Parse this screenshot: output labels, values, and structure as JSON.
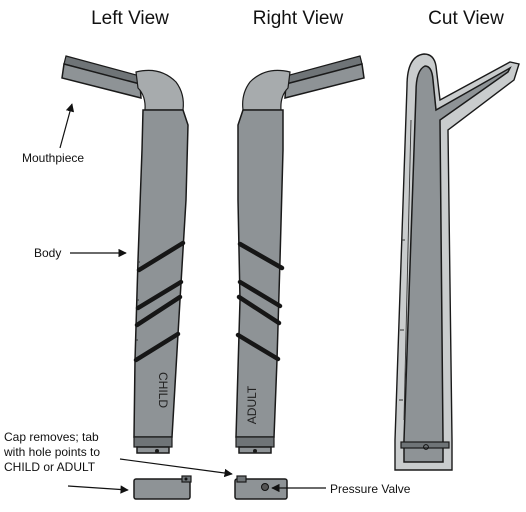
{
  "headings": {
    "left": "Left View",
    "right": "Right View",
    "cut": "Cut View"
  },
  "labels": {
    "mouthpiece": "Mouthpiece",
    "body": "Body",
    "cap_line1": "Cap removes; tab",
    "cap_line2": "with hole points to",
    "cap_line3": "CHILD or ADULT",
    "pressure_valve": "Pressure Valve"
  },
  "engravings": {
    "left": "CHILD",
    "right": "ADULT"
  },
  "colors": {
    "body": "#8e9396",
    "stripe": "#161616",
    "outline": "#1a1a1a"
  }
}
